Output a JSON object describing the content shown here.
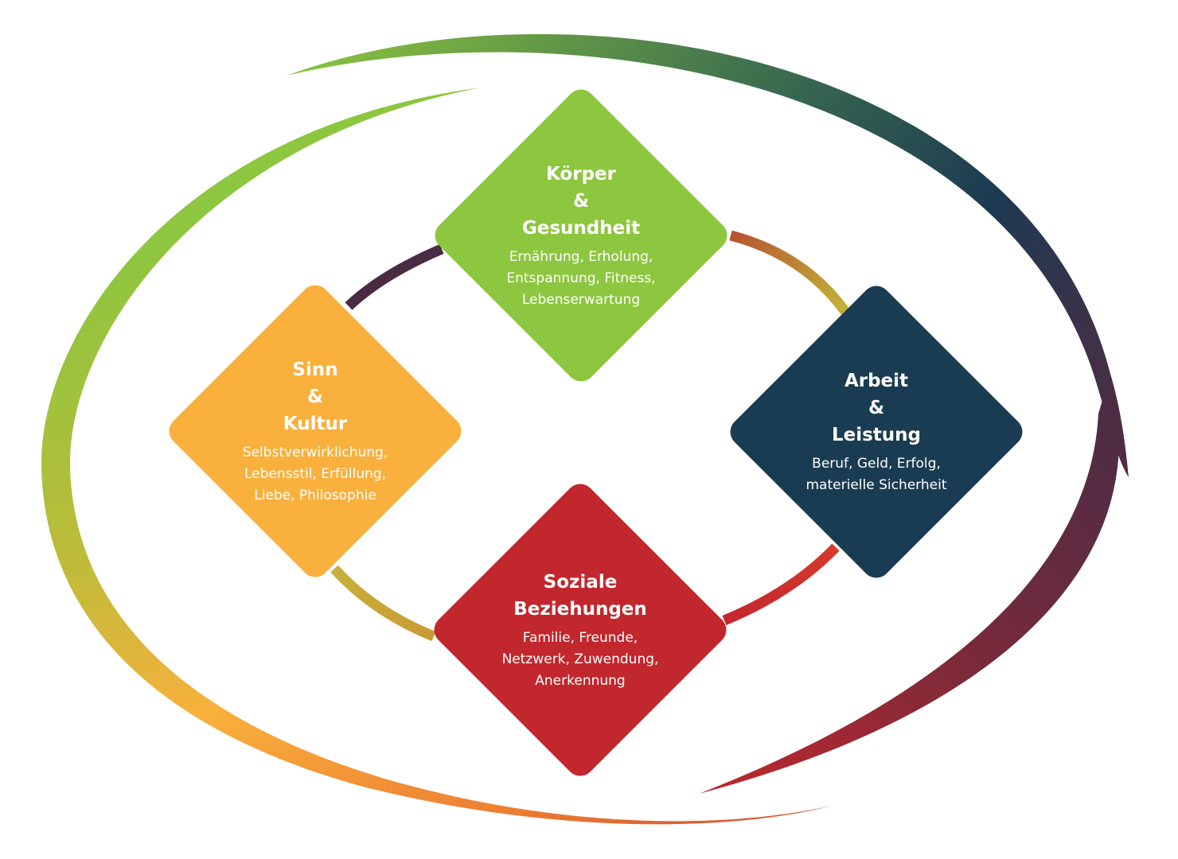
{
  "colors": {
    "koerper": "#8dc63f",
    "arbeit": "#1a3c52",
    "soziale": "#c1272d",
    "sinn": "#f9b03c"
  },
  "nodes": {
    "koerper": {
      "title": [
        "Körper",
        "&",
        "Gesundheit"
      ],
      "desc": [
        "Ernährung, Erholung,",
        "Entspannung, Fitness,",
        "Lebenserwartung"
      ]
    },
    "arbeit": {
      "title": [
        "Arbeit",
        "&",
        "Leistung"
      ],
      "desc": [
        "Beruf, Geld, Erfolg,",
        "materielle Sicherheit"
      ]
    },
    "soziale": {
      "title": [
        "Soziale",
        "Beziehungen"
      ],
      "desc": [
        "Familie, Freunde,",
        "Netzwerk, Zuwendung,",
        "Anerkennung"
      ]
    },
    "sinn": {
      "title": [
        "Sinn",
        "&",
        "Kultur"
      ],
      "desc": [
        "Selbstverwirklichung,",
        "Lebensstil, Erfüllung,",
        "Liebe, Philosophie"
      ]
    }
  }
}
